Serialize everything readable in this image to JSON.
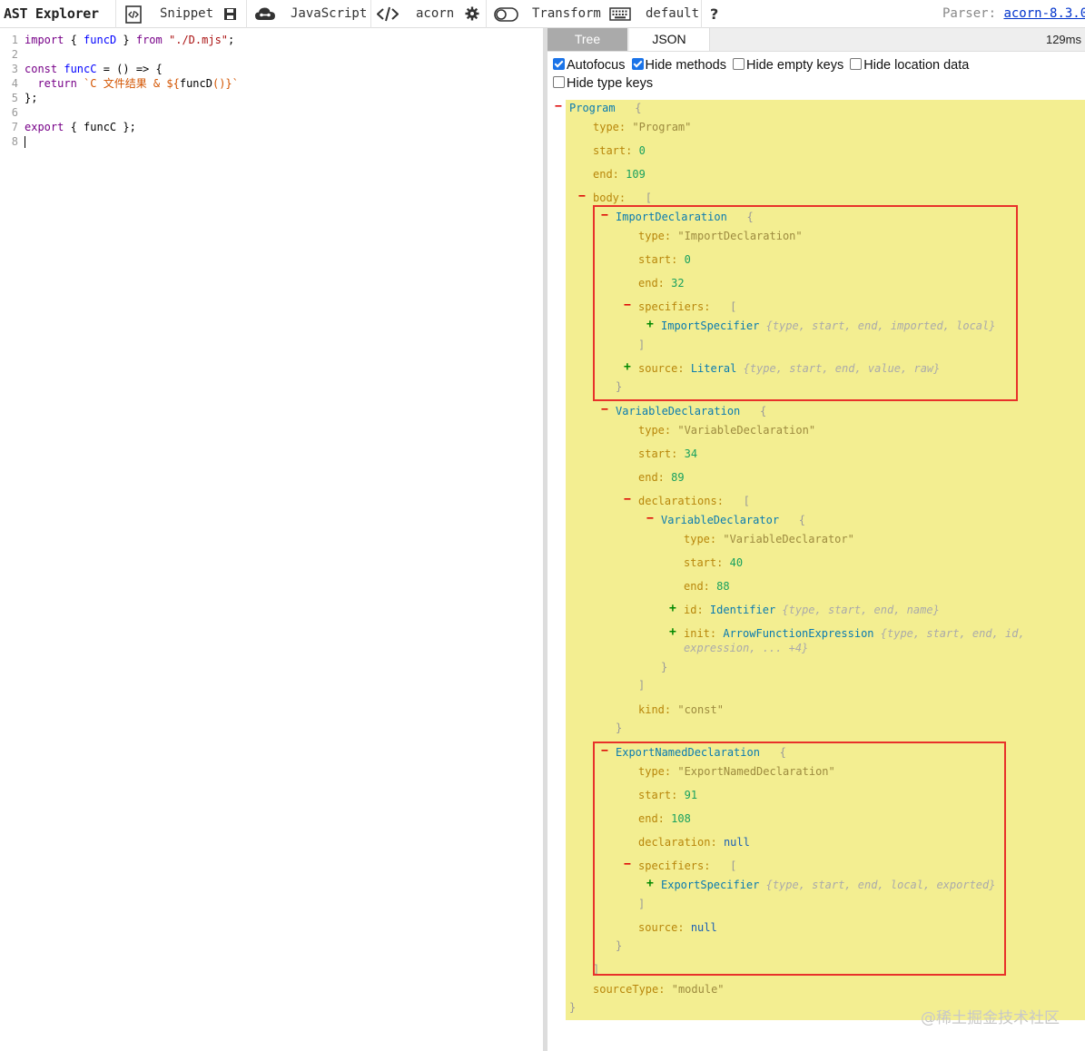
{
  "toolbar": {
    "title": "AST Explorer",
    "snippet": "Snippet",
    "language": "JavaScript",
    "parser_short": "acorn",
    "transform": "Transform",
    "keymap": "default",
    "help": "?",
    "parser_label": "Parser:",
    "parser_link": "acorn-8.3.0"
  },
  "editor": {
    "lines": [
      {
        "n": "1"
      },
      {
        "n": "2"
      },
      {
        "n": "3"
      },
      {
        "n": "4"
      },
      {
        "n": "5"
      },
      {
        "n": "6"
      },
      {
        "n": "7"
      },
      {
        "n": "8"
      }
    ],
    "tokens": {
      "l1_import": "import",
      "l1_b1": " { ",
      "l1_funcD": "funcD",
      "l1_b2": " } ",
      "l1_from": "from",
      "l1_str": " \"./D.mjs\"",
      ";": ";",
      "l3_const": "const",
      "l3_funcC": " funcC",
      "l3_rest": " = () => {",
      "l4_return": "return",
      "l4_tpl": " `C 文件结果 & ${",
      "l4_funcD": "funcD",
      "l4_tail": "()}`",
      "l5": "};",
      "l7_export": "export",
      "l7_rest": " { funcC };"
    }
  },
  "tabs": {
    "tree": "Tree",
    "json": "JSON",
    "time": "129ms"
  },
  "options": [
    {
      "label": "Autofocus",
      "checked": true
    },
    {
      "label": "Hide methods",
      "checked": true
    },
    {
      "label": "Hide empty keys",
      "checked": false
    },
    {
      "label": "Hide location data",
      "checked": false
    },
    {
      "label": "Hide type keys",
      "checked": false
    }
  ],
  "tree": {
    "program": "Program",
    "k_type": "type:",
    "k_start": "start:",
    "k_end": "end:",
    "k_body": "body:",
    "k_specifiers": "specifiers:",
    "k_source": "source:",
    "k_declarations": "declarations:",
    "k_id": "id:",
    "k_init": "init:",
    "k_kind": "kind:",
    "k_declaration": "declaration:",
    "k_sourceType": "sourceType:",
    "prog_type": "\"Program\"",
    "prog_start": "0",
    "prog_end": "109",
    "imp_name": "ImportDeclaration",
    "imp_type": "\"ImportDeclaration\"",
    "imp_start": "0",
    "imp_end": "32",
    "imp_spec": "ImportSpecifier",
    "imp_spec_sum": "{type, start, end, imported, local}",
    "imp_src": "Literal",
    "imp_src_sum": "{type, start, end, value, raw}",
    "var_name": "VariableDeclaration",
    "var_type": "\"VariableDeclaration\"",
    "var_start": "34",
    "var_end": "89",
    "vd_name": "VariableDeclarator",
    "vd_type": "\"VariableDeclarator\"",
    "vd_start": "40",
    "vd_end": "88",
    "vd_id": "Identifier",
    "vd_id_sum": "{type, start, end, name}",
    "vd_init": "ArrowFunctionExpression",
    "vd_init_sum": "{type, start, end, id,",
    "vd_init_sum2": "expression, ... +4}",
    "var_kind": "\"const\"",
    "exp_name": "ExportNamedDeclaration",
    "exp_type": "\"ExportNamedDeclaration\"",
    "exp_start": "91",
    "exp_end": "108",
    "exp_decl": "null",
    "exp_spec": "ExportSpecifier",
    "exp_spec_sum": "{type, start, end, local, exported}",
    "exp_src": "null",
    "prog_sourceType": "\"module\""
  },
  "watermark": "@稀土掘金技术社区",
  "colors": {
    "highlight": "#e8312a",
    "tree_bg": "#f3ee91"
  }
}
